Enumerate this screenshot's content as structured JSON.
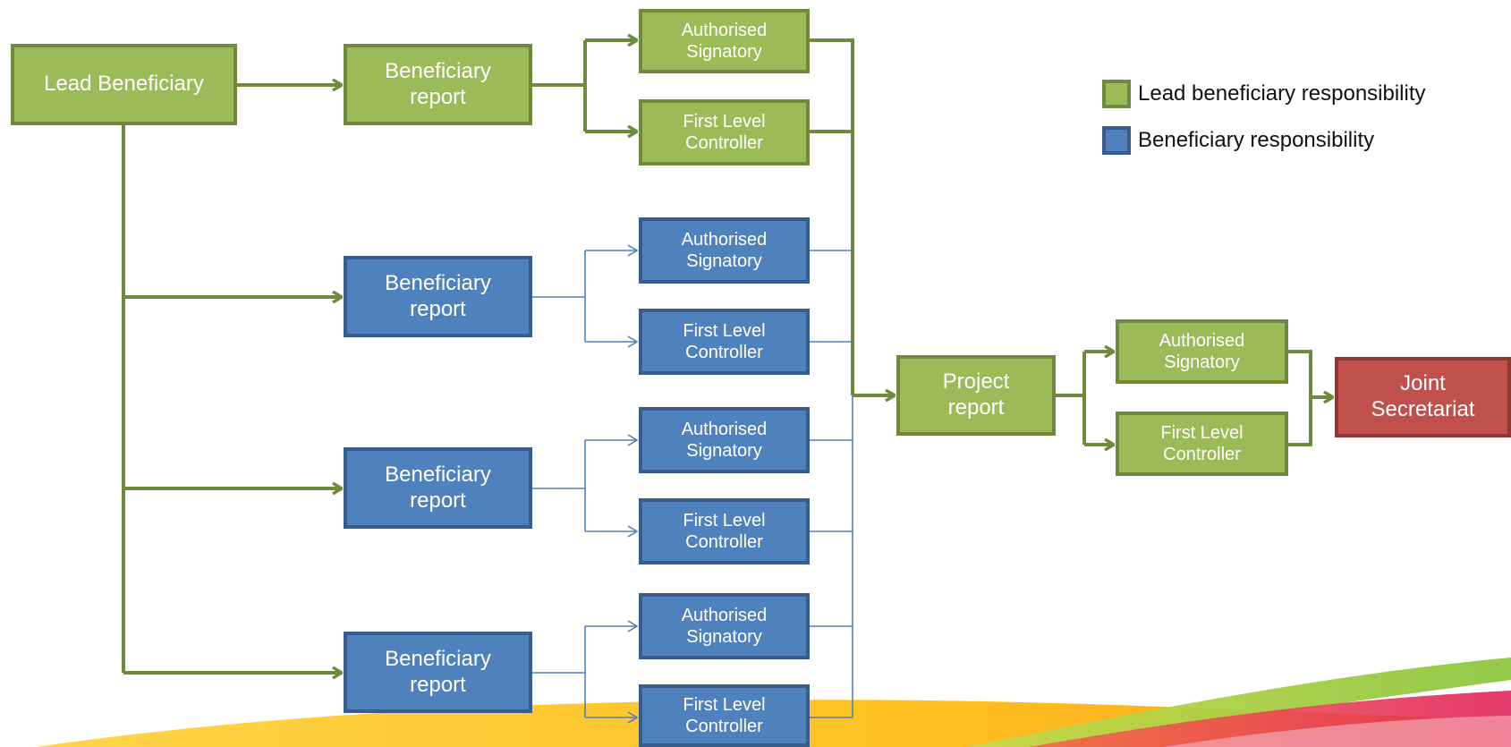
{
  "colors": {
    "lead": "#9bbb59",
    "lead_border": "#71893f",
    "beneficiary": "#4f81bd",
    "beneficiary_border": "#385d8a",
    "secretariat": "#c0504d",
    "secretariat_border": "#8c3836",
    "green_line": "#6e8b3d",
    "blue_line": "#4f81bd"
  },
  "nodes": {
    "lead_beneficiary": "Lead Beneficiary",
    "lead_report": "Beneficiary\nreport",
    "lead_signatory": "Authorised\nSignatory",
    "lead_flc": "First Level\nController",
    "ben1_report": "Beneficiary\nreport",
    "ben1_signatory": "Authorised\nSignatory",
    "ben1_flc": "First Level\nController",
    "ben2_report": "Beneficiary\nreport",
    "ben2_signatory": "Authorised\nSignatory",
    "ben2_flc": "First Level\nController",
    "ben3_report": "Beneficiary\nreport",
    "ben3_signatory": "Authorised\nSignatory",
    "ben3_flc": "First Level\nController",
    "project_report": "Project\nreport",
    "project_signatory": "Authorised\nSignatory",
    "project_flc": "First Level\nController",
    "joint_secretariat": "Joint\nSecretariat"
  },
  "legend": {
    "lead": "Lead beneficiary responsibility",
    "beneficiary": "Beneficiary responsibility"
  }
}
